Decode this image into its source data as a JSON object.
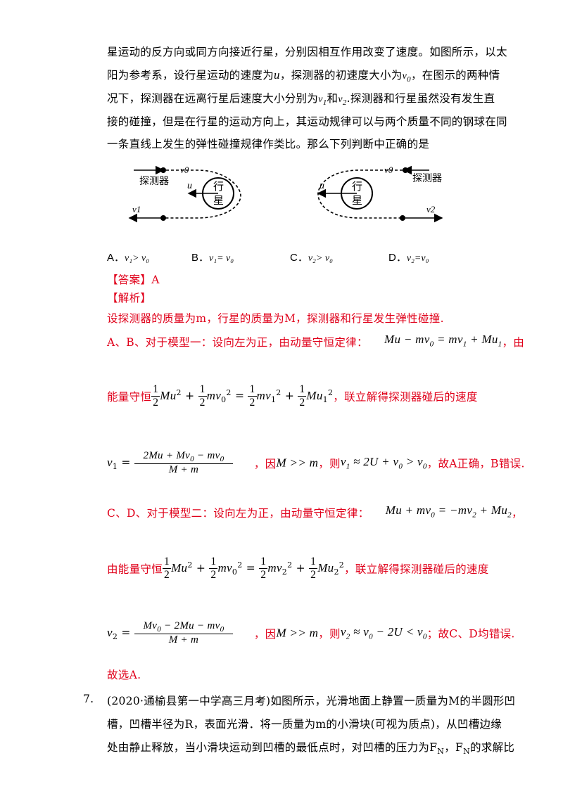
{
  "intro": [
    "星运动的反方向或同方向接近行星，分别因相互作用改变了速度。如图所示，以太",
    "阳为参考系，设行星运动的速度为",
    "，探测器的初速度大小为",
    "，在图示的两种情",
    "况下，探测器在远离行星后速度大小分别为",
    "和",
    ".探测器和行星虽然没有发生直",
    "接的碰撞，但是在行星的运动方向上，其运动规律可以与两个质量不同的钢球在同",
    "一条直线上发生的弹性碰撞规律作类比。那么下列判断中正确的是"
  ],
  "figure": {
    "left": {
      "probe": "探测器",
      "planet_top": "行",
      "planet_bottom": "星",
      "u": "u",
      "v0": "v0",
      "v1": "v1"
    },
    "right": {
      "probe": "探测器",
      "planet_top": "行",
      "planet_bottom": "星",
      "u": "u",
      "v0": "v0",
      "v2": "v2"
    }
  },
  "options": [
    {
      "label": "A．",
      "expr": "v₁> v₀"
    },
    {
      "label": "B．",
      "expr": "v₁= v₀"
    },
    {
      "label": "C．",
      "expr": "v₂> v₀"
    },
    {
      "label": "D．",
      "expr": "v₂=v₀"
    }
  ],
  "answer_tag": "【答案】A",
  "analysis_tag": "【解析】",
  "analysis": {
    "p1": "设探测器的质量为m，行星的质量为M，探测器和行星发生弹性碰撞.",
    "p2_pre": "A、B、对于模型一：设向左为正，由动量守恒定律：",
    "p2_post": "，由",
    "p3_pre": "能量守恒",
    "p3_post": "，联立解得探测器碰后的速度",
    "p4_a": "，因",
    "p4_b": "，则",
    "p4_c": "，故A正确，B错误.",
    "p5_pre": "C、D、对于模型二：设向左为正，由动量守恒定律：",
    "p5_post": "，",
    "p6_pre": "由能量守恒",
    "p6_post": "，联立解得探测器碰后的速度",
    "p7_a": "，因",
    "p7_b": "，则",
    "p7_c": "；故C、D均错误.",
    "p8": "故选A."
  },
  "question7": {
    "number": "7.",
    "lines": [
      "(2020·通榆县第一中学高三月考)如图所示，光滑地面上静置一质量为M的半圆形凹",
      "槽，凹槽半径为R，表面光滑．将一质量为m的小滑块(可视为质点)，从凹槽边缘",
      "处由静止释放，当小滑块运动到凹槽的最低点时，对凹槽的压力为F",
      "，F",
      "的求解比"
    ]
  }
}
